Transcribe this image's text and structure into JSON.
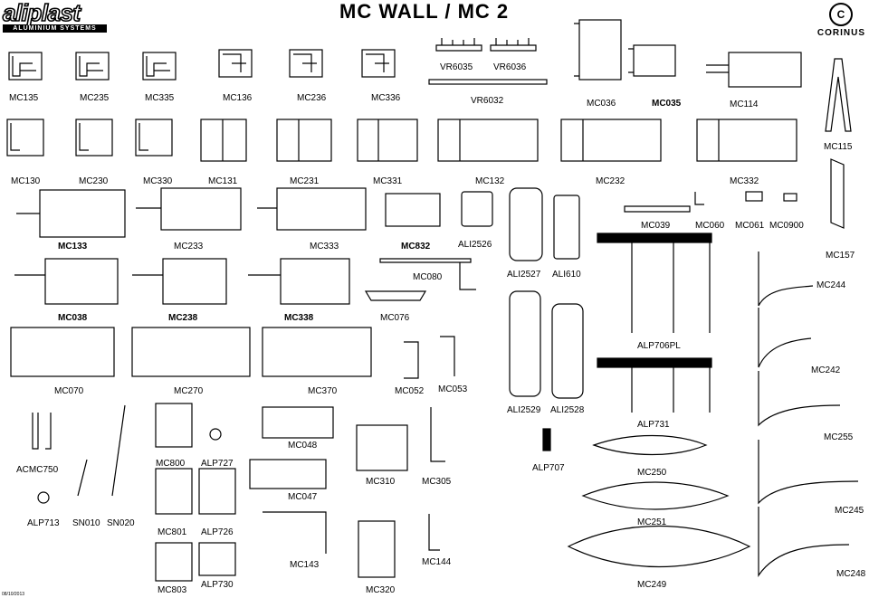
{
  "brand": {
    "name": "aliplast",
    "subtitle": "ALUMINIUM SYSTEMS"
  },
  "title": "MC WALL / MC   2",
  "corner_brand": "CORINUS",
  "date": "08/10/2013",
  "profiles": [
    {
      "id": "MC135",
      "label": "MC135"
    },
    {
      "id": "MC235",
      "label": "MC235"
    },
    {
      "id": "MC335",
      "label": "MC335"
    },
    {
      "id": "MC136",
      "label": "MC136"
    },
    {
      "id": "MC236",
      "label": "MC236"
    },
    {
      "id": "MC336",
      "label": "MC336"
    },
    {
      "id": "VR6035",
      "label": "VR6035"
    },
    {
      "id": "VR6036",
      "label": "VR6036"
    },
    {
      "id": "VR6032",
      "label": "VR6032"
    },
    {
      "id": "MC036",
      "label": "MC036"
    },
    {
      "id": "MC035",
      "label": "MC035"
    },
    {
      "id": "MC114",
      "label": "MC114"
    },
    {
      "id": "MC130",
      "label": "MC130"
    },
    {
      "id": "MC230",
      "label": "MC230"
    },
    {
      "id": "MC330",
      "label": "MC330"
    },
    {
      "id": "MC131",
      "label": "MC131"
    },
    {
      "id": "MC231",
      "label": "MC231"
    },
    {
      "id": "MC331",
      "label": "MC331"
    },
    {
      "id": "MC132",
      "label": "MC132"
    },
    {
      "id": "MC232",
      "label": "MC232"
    },
    {
      "id": "MC332",
      "label": "MC332"
    },
    {
      "id": "MC115",
      "label": "MC115"
    },
    {
      "id": "MC133",
      "label": "MC133"
    },
    {
      "id": "MC233",
      "label": "MC233"
    },
    {
      "id": "MC333",
      "label": "MC333"
    },
    {
      "id": "MC832",
      "label": "MC832"
    },
    {
      "id": "ALI2526",
      "label": "ALI2526"
    },
    {
      "id": "MC039",
      "label": "MC039"
    },
    {
      "id": "MC060",
      "label": "MC060"
    },
    {
      "id": "MC061",
      "label": "MC061"
    },
    {
      "id": "MC0900",
      "label": "MC0900"
    },
    {
      "id": "MC157",
      "label": "MC157"
    },
    {
      "id": "MC080",
      "label": "MC080"
    },
    {
      "id": "ALI2527",
      "label": "ALI2527"
    },
    {
      "id": "ALI610",
      "label": "ALI610"
    },
    {
      "id": "MC244",
      "label": "MC244"
    },
    {
      "id": "MC038",
      "label": "MC038"
    },
    {
      "id": "MC238",
      "label": "MC238"
    },
    {
      "id": "MC338",
      "label": "MC338"
    },
    {
      "id": "MC076",
      "label": "MC076"
    },
    {
      "id": "ALP706PL",
      "label": "ALP706PL"
    },
    {
      "id": "MC242",
      "label": "MC242"
    },
    {
      "id": "MC070",
      "label": "MC070"
    },
    {
      "id": "MC270",
      "label": "MC270"
    },
    {
      "id": "MC370",
      "label": "MC370"
    },
    {
      "id": "MC052",
      "label": "MC052"
    },
    {
      "id": "MC053",
      "label": "MC053"
    },
    {
      "id": "ALI2529",
      "label": "ALI2529"
    },
    {
      "id": "ALI2528",
      "label": "ALI2528"
    },
    {
      "id": "ALP731",
      "label": "ALP731"
    },
    {
      "id": "MC255",
      "label": "MC255"
    },
    {
      "id": "ACMC750",
      "label": "ACMC750"
    },
    {
      "id": "MC800",
      "label": "MC800"
    },
    {
      "id": "ALP727",
      "label": "ALP727"
    },
    {
      "id": "MC048",
      "label": "MC048"
    },
    {
      "id": "MC310",
      "label": "MC310"
    },
    {
      "id": "MC305",
      "label": "MC305"
    },
    {
      "id": "ALP707",
      "label": "ALP707"
    },
    {
      "id": "MC250",
      "label": "MC250"
    },
    {
      "id": "MC047",
      "label": "MC047"
    },
    {
      "id": "MC245",
      "label": "MC245"
    },
    {
      "id": "ALP713",
      "label": "ALP713"
    },
    {
      "id": "SN010",
      "label": "SN010"
    },
    {
      "id": "SN020",
      "label": "SN020"
    },
    {
      "id": "MC801",
      "label": "MC801"
    },
    {
      "id": "ALP726",
      "label": "ALP726"
    },
    {
      "id": "MC251",
      "label": "MC251"
    },
    {
      "id": "MC143",
      "label": "MC143"
    },
    {
      "id": "MC144",
      "label": "MC144"
    },
    {
      "id": "MC248",
      "label": "MC248"
    },
    {
      "id": "MC803",
      "label": "MC803"
    },
    {
      "id": "ALP730",
      "label": "ALP730"
    },
    {
      "id": "MC320",
      "label": "MC320"
    },
    {
      "id": "MC249",
      "label": "MC249"
    }
  ]
}
